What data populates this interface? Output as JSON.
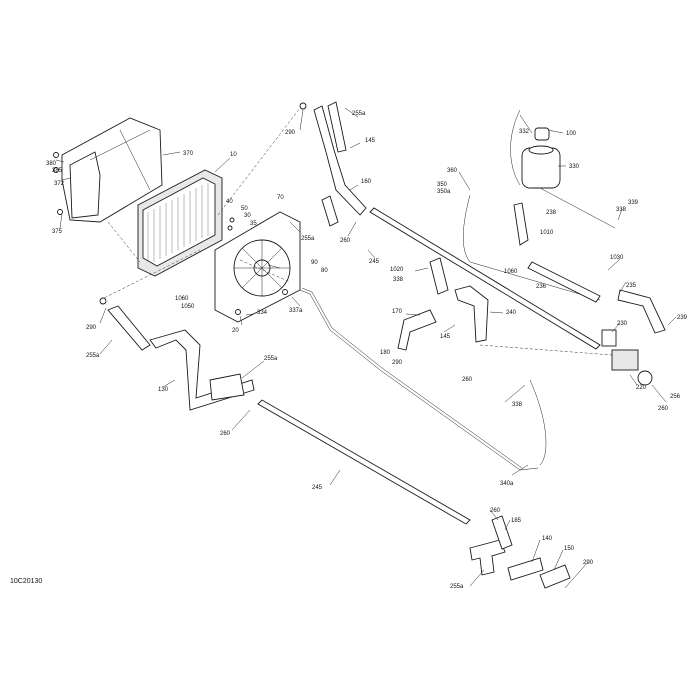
{
  "diagram": {
    "code": "10C20130",
    "callouts": [
      {
        "id": "c380",
        "text": "380"
      },
      {
        "id": "c385",
        "text": "385"
      },
      {
        "id": "c372",
        "text": "372"
      },
      {
        "id": "c375",
        "text": "375"
      },
      {
        "id": "c370",
        "text": "370"
      },
      {
        "id": "c10",
        "text": "10"
      },
      {
        "id": "c40",
        "text": "40"
      },
      {
        "id": "c50",
        "text": "50"
      },
      {
        "id": "c30",
        "text": "30"
      },
      {
        "id": "c35",
        "text": "35"
      },
      {
        "id": "c70",
        "text": "70"
      },
      {
        "id": "c90",
        "text": "90"
      },
      {
        "id": "c80",
        "text": "80"
      },
      {
        "id": "c334",
        "text": "334"
      },
      {
        "id": "c20",
        "text": "20"
      },
      {
        "id": "c290a",
        "text": "290"
      },
      {
        "id": "c255a1",
        "text": "255a"
      },
      {
        "id": "c145a",
        "text": "145"
      },
      {
        "id": "c160",
        "text": "160"
      },
      {
        "id": "c255a2",
        "text": "255a"
      },
      {
        "id": "c260a",
        "text": "260"
      },
      {
        "id": "c245a",
        "text": "245"
      },
      {
        "id": "c337a",
        "text": "337a"
      },
      {
        "id": "c1060a",
        "text": "1060"
      },
      {
        "id": "c1050",
        "text": "1050"
      },
      {
        "id": "c290b",
        "text": "290"
      },
      {
        "id": "c255a3",
        "text": "255a"
      },
      {
        "id": "c130",
        "text": "130"
      },
      {
        "id": "c255a4",
        "text": "255a"
      },
      {
        "id": "c260b",
        "text": "260"
      },
      {
        "id": "c245b",
        "text": "245"
      },
      {
        "id": "c332",
        "text": "332"
      },
      {
        "id": "c100",
        "text": "100"
      },
      {
        "id": "c330",
        "text": "330"
      },
      {
        "id": "c360",
        "text": "360"
      },
      {
        "id": "c350",
        "text": "350"
      },
      {
        "id": "c350a",
        "text": "350a"
      },
      {
        "id": "c339",
        "text": "339"
      },
      {
        "id": "c338a",
        "text": "338"
      },
      {
        "id": "c238",
        "text": "238"
      },
      {
        "id": "c1010",
        "text": "1010"
      },
      {
        "id": "c1060b",
        "text": "1060"
      },
      {
        "id": "c1030",
        "text": "1030"
      },
      {
        "id": "c236",
        "text": "236"
      },
      {
        "id": "c235",
        "text": "235"
      },
      {
        "id": "c1020",
        "text": "1020"
      },
      {
        "id": "c338b",
        "text": "338"
      },
      {
        "id": "c170",
        "text": "170"
      },
      {
        "id": "c240",
        "text": "240"
      },
      {
        "id": "c145b",
        "text": "145"
      },
      {
        "id": "c180",
        "text": "180"
      },
      {
        "id": "c290c",
        "text": "290"
      },
      {
        "id": "c260c",
        "text": "260"
      },
      {
        "id": "c230",
        "text": "230"
      },
      {
        "id": "c239",
        "text": "239"
      },
      {
        "id": "c220",
        "text": "220"
      },
      {
        "id": "c256",
        "text": "256"
      },
      {
        "id": "c260d",
        "text": "260"
      },
      {
        "id": "c338c",
        "text": "338"
      },
      {
        "id": "c340a",
        "text": "340a"
      },
      {
        "id": "c260e",
        "text": "260"
      },
      {
        "id": "c185",
        "text": "185"
      },
      {
        "id": "c140",
        "text": "140"
      },
      {
        "id": "c150",
        "text": "150"
      },
      {
        "id": "c290d",
        "text": "290"
      },
      {
        "id": "c255a5",
        "text": "255a"
      }
    ]
  }
}
